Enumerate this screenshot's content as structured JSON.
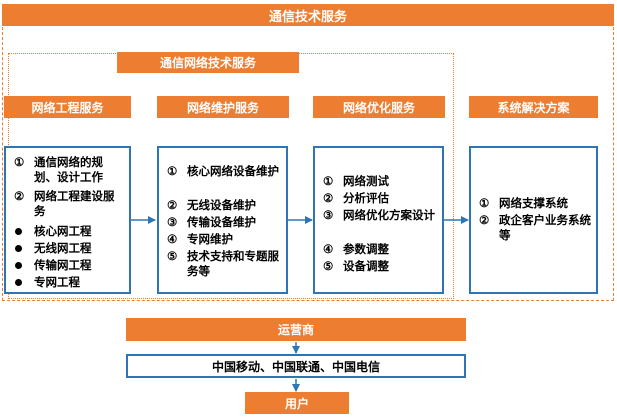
{
  "top_header": "通信技术服务",
  "sub_header": "通信网络技术服务",
  "columns": [
    {
      "header": "网络工程服务",
      "items": [
        {
          "marker": "①",
          "text": "通信网络的规划、设计工作"
        },
        {
          "marker": "②",
          "text": "网络工程建设服务"
        },
        {
          "marker": "•",
          "text": "核心网工程"
        },
        {
          "marker": "•",
          "text": "无线网工程"
        },
        {
          "marker": "•",
          "text": "传输网工程"
        },
        {
          "marker": "•",
          "text": "专网工程"
        }
      ]
    },
    {
      "header": "网络维护服务",
      "items": [
        {
          "marker": "①",
          "text": "核心网络设备维护"
        },
        {
          "marker": "②",
          "text": "无线设备维护"
        },
        {
          "marker": "③",
          "text": "传输设备维护"
        },
        {
          "marker": "④",
          "text": "专网维护"
        },
        {
          "marker": "⑤",
          "text": "技术支持和专题服务等"
        }
      ]
    },
    {
      "header": "网络优化服务",
      "items": [
        {
          "marker": "①",
          "text": "网络测试"
        },
        {
          "marker": "②",
          "text": "分析评估"
        },
        {
          "marker": "③",
          "text": "网络优化方案设计"
        },
        {
          "marker": "④",
          "text": "参数调整"
        },
        {
          "marker": "⑤",
          "text": "设备调整"
        }
      ]
    },
    {
      "header": "系统解决方案",
      "items": [
        {
          "marker": "①",
          "text": "网络支撑系统"
        },
        {
          "marker": "②",
          "text": "政企客户业务系统等"
        }
      ]
    }
  ],
  "operator_label": "运营商",
  "carriers": "中国移动、中国联通、中国电信",
  "user_label": "用户",
  "colors": {
    "accent": "#ed7d31",
    "border": "#2e75b6"
  }
}
